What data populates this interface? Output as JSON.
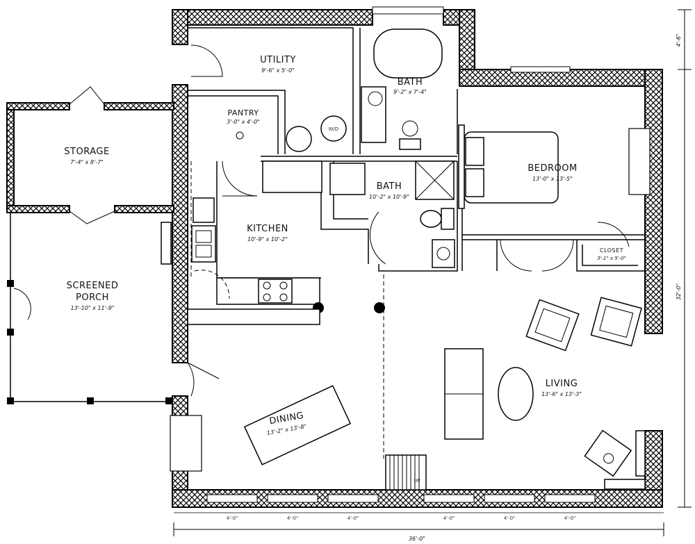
{
  "rooms": {
    "utility": {
      "name": "UTILITY",
      "dims": "9'-6\" x 5'-0\""
    },
    "bath_top": {
      "name": "BATH",
      "dims": "9'-2\" x 7'-4\""
    },
    "pantry": {
      "name": "PANTRY",
      "dims": "3'-0\" x 4'-0\""
    },
    "storage": {
      "name": "STORAGE",
      "dims": "7'-4\" x 8'-7\""
    },
    "bath_mid": {
      "name": "BATH",
      "dims": "10'-2\" x 10'-9\""
    },
    "bedroom": {
      "name": "BEDROOM",
      "dims": "13'-0\" x 13'-5\""
    },
    "kitchen": {
      "name": "KITCHEN",
      "dims": "10'-9\" x 10'-2\""
    },
    "closet": {
      "name": "CLOSET",
      "dims": "3'-1\" x 5'-0\""
    },
    "porch": {
      "name_line1": "SCREENED",
      "name_line2": "PORCH",
      "dims": "13'-10\" x 11'-9\""
    },
    "living": {
      "name": "LIVING",
      "dims": "13'-6\" x 13'-3\""
    },
    "dining": {
      "name": "DINING",
      "dims": "13'-2\" x 13'-8\""
    }
  },
  "fixtures": {
    "washer_label": "W/D",
    "stair_label": "UP"
  },
  "dimensions": {
    "overall_width": "36'-0\"",
    "overall_depth": "32'-0\"",
    "top_offset": "4'-6\"",
    "window_segments": [
      "4'-0\"",
      "4'-0\"",
      "4'-0\"",
      "4'-0\"",
      "4'-0\"",
      "4'-0\""
    ]
  }
}
